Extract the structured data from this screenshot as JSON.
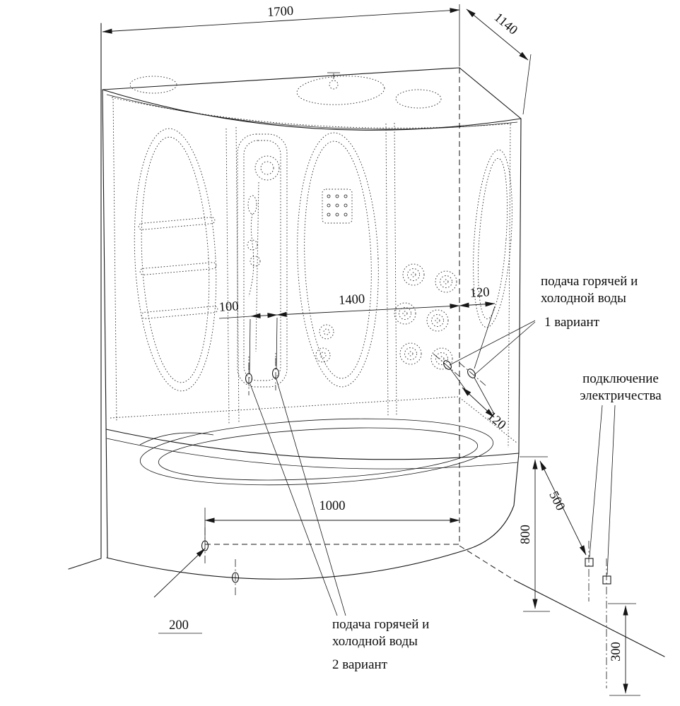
{
  "colors": {
    "background": "#ffffff",
    "line": "#161616"
  },
  "dims": {
    "top_width": "1700",
    "top_depth": "1140",
    "jets_offset": "100",
    "wall_span": "1400",
    "corner_offset": "120",
    "side_offset": "120",
    "floor_span": "1000",
    "floor_offset": "200",
    "electric_wall_offset": "500",
    "connection_height": "800",
    "electric_height": "300"
  },
  "labels": {
    "water_supply_1": {
      "line1": "подача горячей и",
      "line2": "холодной воды",
      "variant": "1 вариант"
    },
    "electricity": {
      "line1": "подключение",
      "line2": "электричества"
    },
    "water_supply_2": {
      "line1": "подача горячей и",
      "line2": "холодной воды",
      "variant": "2 вариант"
    }
  }
}
